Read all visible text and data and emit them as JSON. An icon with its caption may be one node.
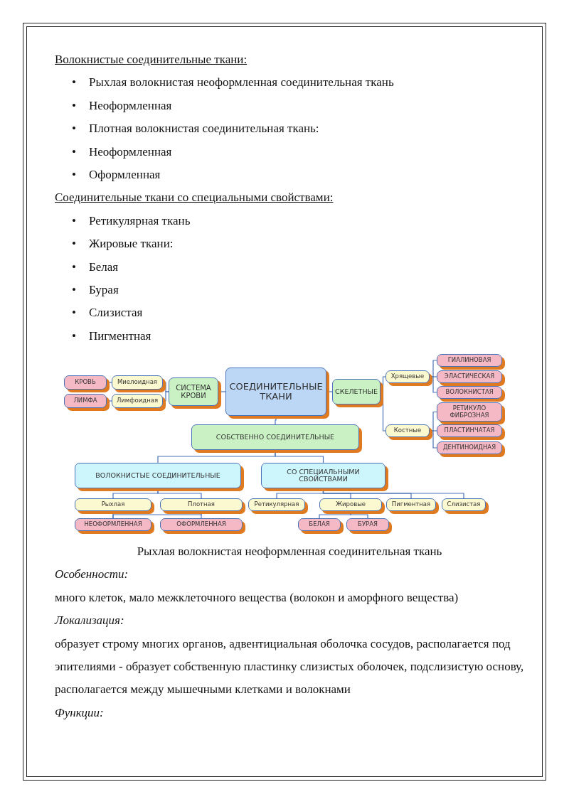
{
  "diagram": {
    "nodes": [
      {
        "text": [
          "КРОВЬ"
        ]
      },
      {
        "text": [
          "ЛИМФА"
        ]
      },
      {
        "text": [
          "Миелоидная"
        ]
      },
      {
        "text": [
          "Лимфоидная"
        ]
      },
      {
        "text": [
          "СИСТЕМА КРОВИ"
        ]
      },
      {
        "text": [
          "СОЕДИНИТЕЛЬНЫЕ ТКАНИ"
        ]
      },
      {
        "text": [
          "СКЕЛЕТНЫЕ"
        ]
      },
      {
        "text": [
          "Хрящевые"
        ]
      },
      {
        "text": [
          "ГИАЛИНОВАЯ"
        ]
      },
      {
        "text": [
          "ЭЛАСТИЧЕСКАЯ"
        ]
      },
      {
        "text": [
          "ВОЛОКНИСТАЯ"
        ]
      },
      {
        "text": [
          "Костные"
        ]
      },
      {
        "text": [
          "РЕТИКУЛО ФИБРОЗНАЯ"
        ]
      },
      {
        "text": [
          "ПЛАСТИНЧАТАЯ"
        ]
      },
      {
        "text": [
          "ДЕНТИНОИДНАЯ"
        ]
      },
      {
        "text": [
          "СОБСТВЕННО СОЕДИНИТЕЛЬНЫЕ"
        ]
      },
      {
        "text": [
          "ВОЛОКНИСТЫЕ СОЕДИНИТЕЛЬНЫЕ"
        ]
      },
      {
        "text": [
          "СО СПЕЦИАЛЬНЫМИ СВОЙСТВАМИ"
        ]
      },
      {
        "text": [
          "Рыхлая"
        ]
      },
      {
        "text": [
          "Плотная"
        ]
      },
      {
        "text": [
          "Ретикулярная"
        ]
      },
      {
        "text": [
          "Жировые"
        ]
      },
      {
        "text": [
          "Пигментная"
        ]
      },
      {
        "text": [
          "Слизистая"
        ]
      },
      {
        "text": [
          "НЕОФОРМЛЕННАЯ"
        ]
      },
      {
        "text": [
          "ОФОРМЛЕННАЯ"
        ]
      },
      {
        "text": [
          "БЕЛАЯ"
        ]
      },
      {
        "text": [
          "БУРАЯ"
        ]
      }
    ],
    "edges": [
      {
        "from": 0,
        "to": 2,
        "arrow": "none"
      },
      {
        "from": 1,
        "to": 3,
        "arrow": "none"
      },
      {
        "from": 2,
        "to": 4,
        "arrow": "none"
      },
      {
        "from": 3,
        "to": 4,
        "arrow": "none"
      },
      {
        "from": 4,
        "to": 5,
        "arrow": "none"
      },
      {
        "from": 5,
        "to": 6,
        "arrow": "none"
      },
      {
        "from": 6,
        "to": 7,
        "arrow": "none"
      },
      {
        "from": 6,
        "to": 11,
        "arrow": "none"
      },
      {
        "from": 7,
        "to": 8,
        "arrow": "none"
      },
      {
        "from": 7,
        "to": 9,
        "arrow": "none"
      },
      {
        "from": 7,
        "to": 10,
        "arrow": "none"
      },
      {
        "from": 11,
        "to": 12,
        "arrow": "none"
      },
      {
        "from": 11,
        "to": 13,
        "arrow": "none"
      },
      {
        "from": 11,
        "to": 14,
        "arrow": "none"
      },
      {
        "from": 5,
        "to": 15,
        "arrow": "none"
      },
      {
        "from": 15,
        "to": 16,
        "arrow": "none"
      },
      {
        "from": 15,
        "to": 17,
        "arrow": "none"
      },
      {
        "from": 16,
        "to": 18,
        "arrow": "none"
      },
      {
        "from": 16,
        "to": 19,
        "arrow": "none"
      },
      {
        "from": 18,
        "to": 24,
        "arrow": "none"
      },
      {
        "from": 19,
        "to": 24,
        "arrow": "none"
      },
      {
        "from": 19,
        "to": 25,
        "arrow": "none"
      },
      {
        "from": 17,
        "to": 20,
        "arrow": "none"
      },
      {
        "from": 17,
        "to": 21,
        "arrow": "none"
      },
      {
        "from": 17,
        "to": 22,
        "arrow": "none"
      },
      {
        "from": 17,
        "to": 23,
        "arrow": "none"
      },
      {
        "from": 21,
        "to": 26,
        "arrow": "none"
      },
      {
        "from": 21,
        "to": 27,
        "arrow": "none"
      }
    ],
    "labels": [
      "Волокнистые соединительные ткани:",
      "•",
      "Рыхлая волокнистая неоформленная соединительная ткань",
      "•",
      "Неоформленная",
      "•",
      "Плотная волокнистая соединительная ткань:",
      "•",
      "Неоформленная",
      "•",
      "Оформленная",
      "Соединительные ткани со специальными свойствами:",
      "•",
      "Ретикулярная ткань",
      "•",
      "Жировые ткани:",
      "•",
      "Белая",
      "•",
      "Бурая",
      "•",
      "Слизистая",
      "•",
      "Пигментная",
      "Рыхлая волокнистая неоформленная соединительная ткань",
      "Особенности:",
      "много клеток, мало межклеточного вещества (волокон и аморфного вещества)",
      "Локализация:",
      "образует строму многих органов, адвентициальная оболочка сосудов, располагается под эпителиями - образует собственную пластинку слизистых оболочек, подслизистую основу, располагается между мышечными клетками и волокнами",
      "Функции:"
    ]
  }
}
